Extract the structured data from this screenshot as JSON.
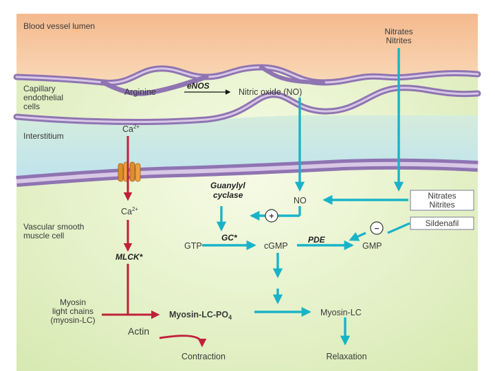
{
  "regions": {
    "lumen": "Blood vessel lumen",
    "endothelial": [
      "Capillary",
      "endothelial",
      "cells"
    ],
    "interstitium": "Interstitium",
    "smooth_muscle": [
      "Vascular smooth",
      "muscle cell"
    ]
  },
  "nodes": {
    "nitrates_top": [
      "Nitrates",
      "Nitrites"
    ],
    "arginine": "Arginine",
    "enos": "eNOS",
    "nitric_oxide": "Nitric oxide (NO)",
    "ca_ext": "Ca",
    "ca_ext_sup": "2+",
    "ca_int": "Ca",
    "ca_int_sup": "2+",
    "guanylyl": [
      "Guanylyl",
      "cyclase"
    ],
    "no": "NO",
    "nitrates_box": [
      "Nitrates",
      "Nitrites"
    ],
    "sildenafil": "Sildenafil",
    "plus": "+",
    "minus": "−",
    "gc": "GC*",
    "gtp": "GTP",
    "cgmp": "cGMP",
    "pde": "PDE",
    "gmp": "GMP",
    "mlck": "MLCK*",
    "myosin": [
      "Myosin",
      "light chains",
      "(myosin-LC)"
    ],
    "myosin_lc_po4": "Myosin-LC-PO",
    "po4_sub": "4",
    "myosin_lc": "Myosin-LC",
    "actin": "Actin",
    "contraction": "Contraction",
    "relaxation": "Relaxation"
  },
  "colors": {
    "lumen": "#f6c6a0",
    "tissue": "#d9ebb8",
    "interstitium": "#c6e6ee",
    "membrane": "#a78fc4",
    "cyan_arrow": "#19b3c8",
    "red_arrow": "#c0203a",
    "channel": "#e08c2a"
  }
}
